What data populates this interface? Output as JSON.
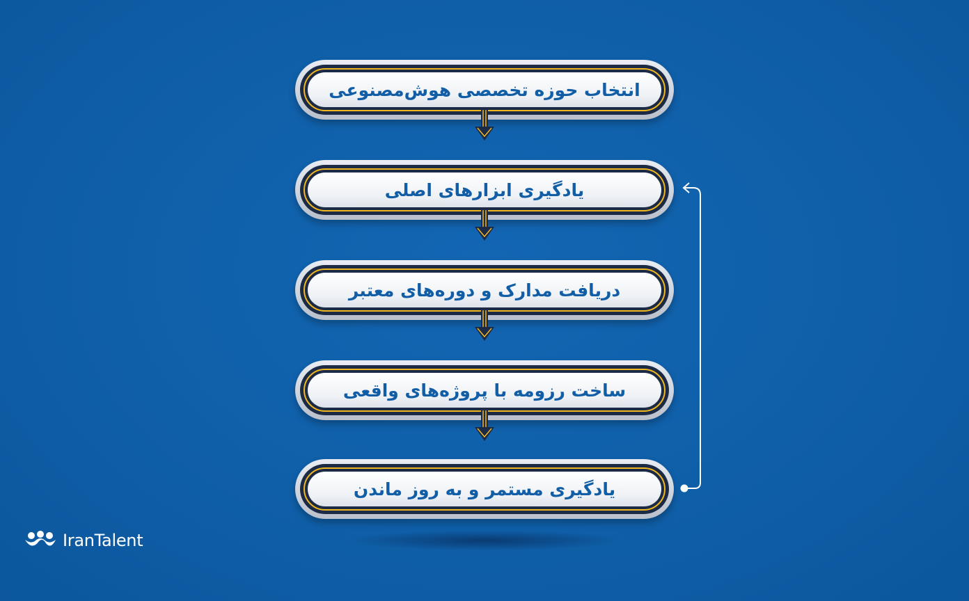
{
  "steps": [
    {
      "label": "انتخاب حوزه تخصصی هوش‌مصنوعی"
    },
    {
      "label": "یادگیری ابزارهای اصلی"
    },
    {
      "label": "دریافت مدارک و دوره‌های معتبر"
    },
    {
      "label": "ساخت رزومه با پروژه‌های واقعی"
    },
    {
      "label": "یادگیری مستمر و به روز ماندن"
    }
  ],
  "logo": {
    "brand": "IranTalent",
    "icon": "irantalent-logo-icon"
  },
  "colors": {
    "background": "#0f5fa8",
    "text": "#125ea6",
    "accent": "#f1b81f",
    "dark": "#1c2a45"
  }
}
